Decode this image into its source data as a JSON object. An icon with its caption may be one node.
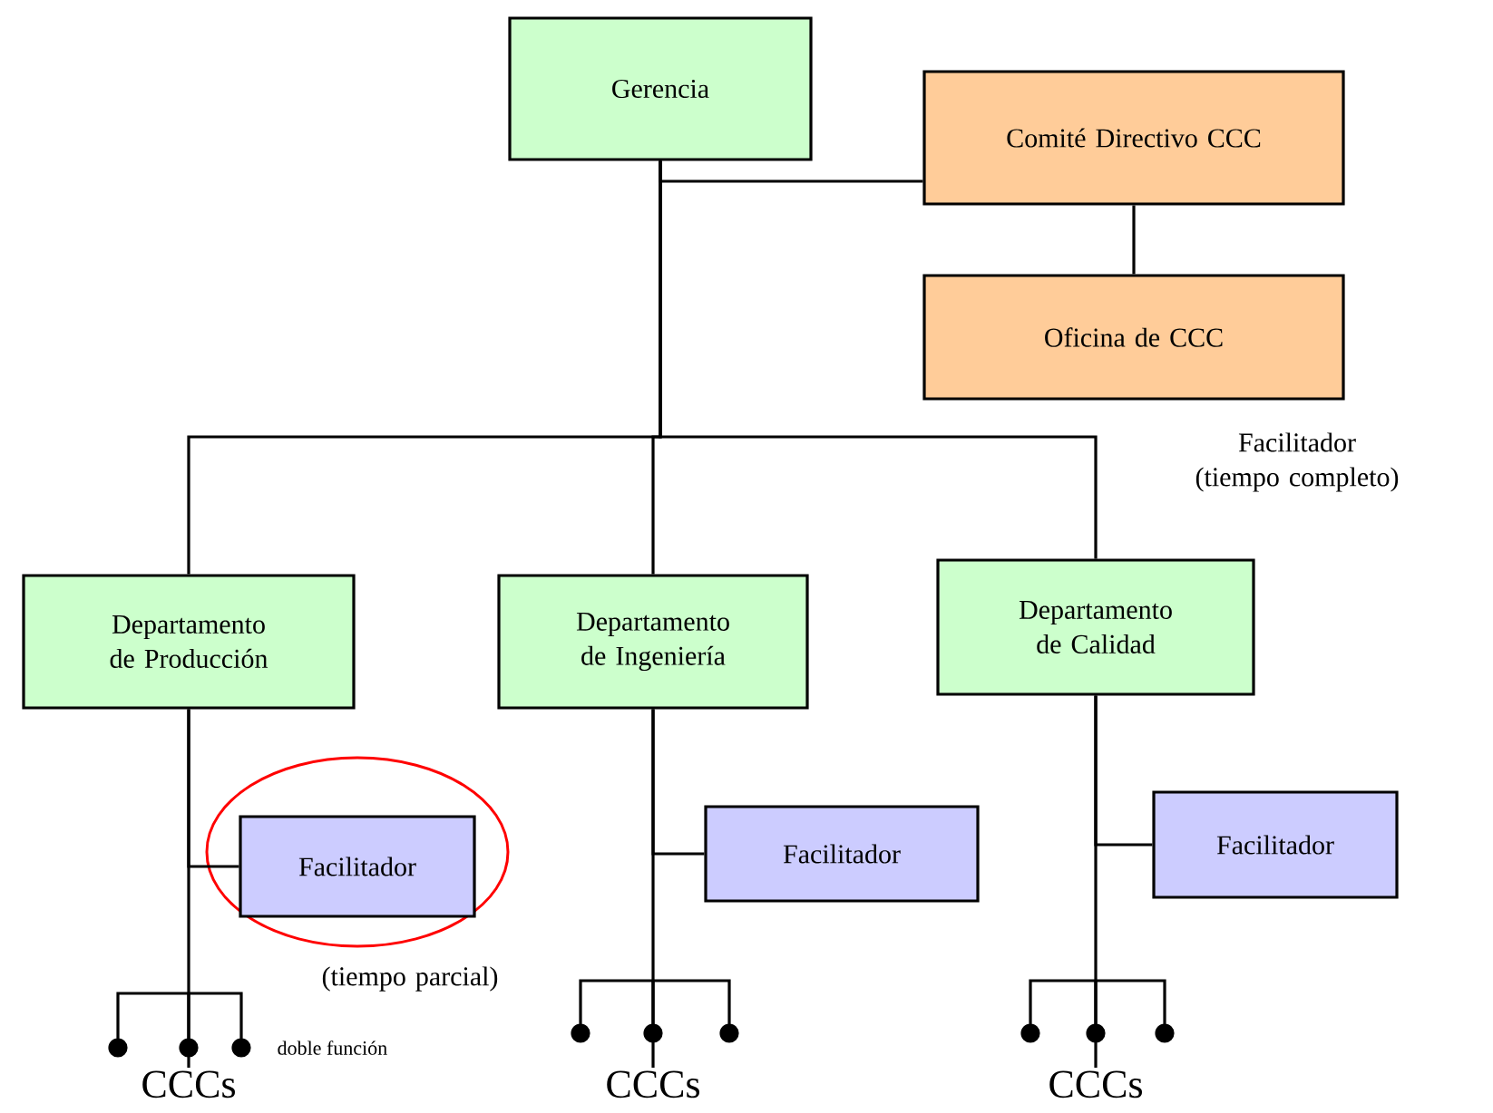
{
  "diagram": {
    "nodes": [
      {
        "text": [
          "Gerencia"
        ]
      },
      {
        "text": [
          "Comité Directivo CCC"
        ]
      },
      {
        "text": [
          "Oficina de CCC"
        ],
        "beside": [
          "Facilitador (tiempo completo)"
        ]
      },
      {
        "text": [
          "Departamento de Producción"
        ]
      },
      {
        "text": [
          "Departamento de Ingeniería"
        ]
      },
      {
        "text": [
          "Departamento de Calidad"
        ]
      },
      {
        "text": [
          "Facilitador"
        ],
        "beside": [
          "(tiempo parcial)"
        ]
      },
      {
        "text": [
          "Facilitador"
        ]
      },
      {
        "text": [
          "Facilitador"
        ]
      },
      {
        "text": [
          "CCCs"
        ]
      },
      {
        "text": [
          "CCCs"
        ]
      },
      {
        "text": [
          "CCCs"
        ]
      }
    ],
    "edges": [
      {
        "from": 0,
        "to": 1,
        "arrow": "none"
      },
      {
        "from": 1,
        "to": 2,
        "arrow": "none"
      },
      {
        "from": 0,
        "to": 3,
        "arrow": "none"
      },
      {
        "from": 0,
        "to": 4,
        "arrow": "none"
      },
      {
        "from": 0,
        "to": 5,
        "arrow": "none"
      },
      {
        "from": 3,
        "to": 6,
        "arrow": "none"
      },
      {
        "from": 4,
        "to": 7,
        "arrow": "none"
      },
      {
        "from": 5,
        "to": 8,
        "arrow": "none"
      },
      {
        "from": 3,
        "to": 9,
        "arrow": "none"
      },
      {
        "from": 4,
        "to": 10,
        "arrow": "none"
      },
      {
        "from": 5,
        "to": 11,
        "arrow": "none"
      }
    ],
    "labels": [
      "doble función"
    ]
  }
}
